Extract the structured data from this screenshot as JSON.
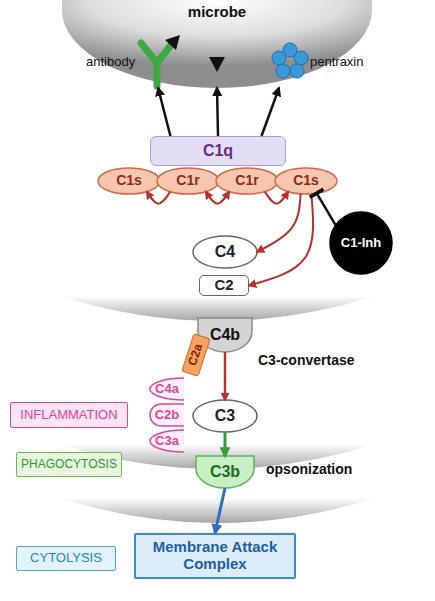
{
  "diagram": {
    "nodes": [
      {
        "text": [
          "microbe"
        ]
      },
      {
        "text": [
          "C1q"
        ]
      },
      {
        "text": [
          "C1s"
        ]
      },
      {
        "text": [
          "C1r"
        ]
      },
      {
        "text": [
          "C1r"
        ]
      },
      {
        "text": [
          "C1s"
        ]
      },
      {
        "text": [
          "C4"
        ]
      },
      {
        "text": [
          "C1-Inh"
        ]
      },
      {
        "text": [
          "C2"
        ]
      },
      {
        "text": [
          "C4b"
        ]
      },
      {
        "text": [
          "C2a"
        ]
      },
      {
        "text": [
          "C4a"
        ]
      },
      {
        "text": [
          "INFLAMMATION"
        ]
      },
      {
        "text": [
          "C2b"
        ]
      },
      {
        "text": [
          "C3"
        ]
      },
      {
        "text": [
          "C3a"
        ]
      },
      {
        "text": [
          "PHAGOCYTOSIS"
        ]
      },
      {
        "text": [
          "C3b"
        ]
      },
      {
        "text": [
          "CYTOLYSIS"
        ]
      },
      {
        "text": [
          "Membrane Attack Complex"
        ]
      }
    ],
    "edges": [
      {
        "from": 1,
        "to": 0,
        "arrow": "to"
      },
      {
        "from": 1,
        "to": 0,
        "arrow": "to"
      },
      {
        "from": 1,
        "to": 0,
        "arrow": "to"
      },
      {
        "from": 3,
        "to": 2,
        "arrow": "to"
      },
      {
        "from": 3,
        "to": 4,
        "arrow": "both"
      },
      {
        "from": 4,
        "to": 5,
        "arrow": "to"
      },
      {
        "from": 5,
        "to": 6,
        "arrow": "to"
      },
      {
        "from": 5,
        "to": 8,
        "arrow": "to"
      },
      {
        "from": 7,
        "to": 5,
        "arrow": "to"
      },
      {
        "from": 9,
        "to": 14,
        "arrow": "to"
      },
      {
        "from": 14,
        "to": 17,
        "arrow": "to"
      },
      {
        "from": 17,
        "to": 19,
        "arrow": "to"
      }
    ],
    "labels": [
      "antibody",
      "pentraxin",
      "C3-convertase",
      "opsonization"
    ]
  }
}
